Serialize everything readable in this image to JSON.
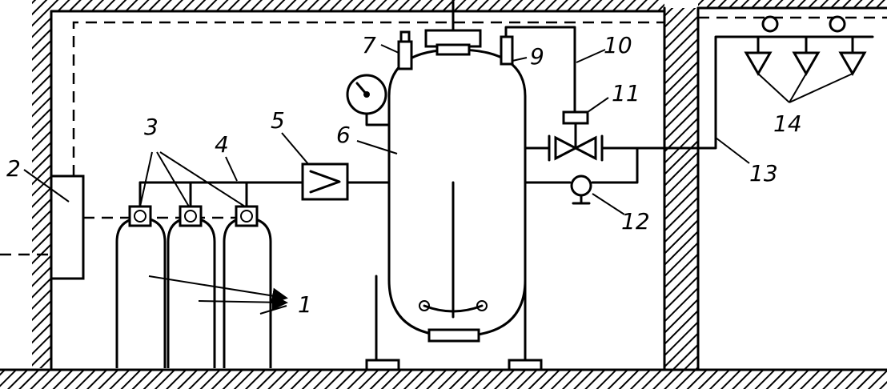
{
  "labels": {
    "l1": "1",
    "l2": "2",
    "l3": "3",
    "l4": "4",
    "l5": "5",
    "l6": "6",
    "l7": "7",
    "l9": "9",
    "l10": "10",
    "l11": "11",
    "l12": "12",
    "l13": "13",
    "l14": "14"
  },
  "colors": {
    "ink": "#000000",
    "paper": "#ffffff"
  }
}
